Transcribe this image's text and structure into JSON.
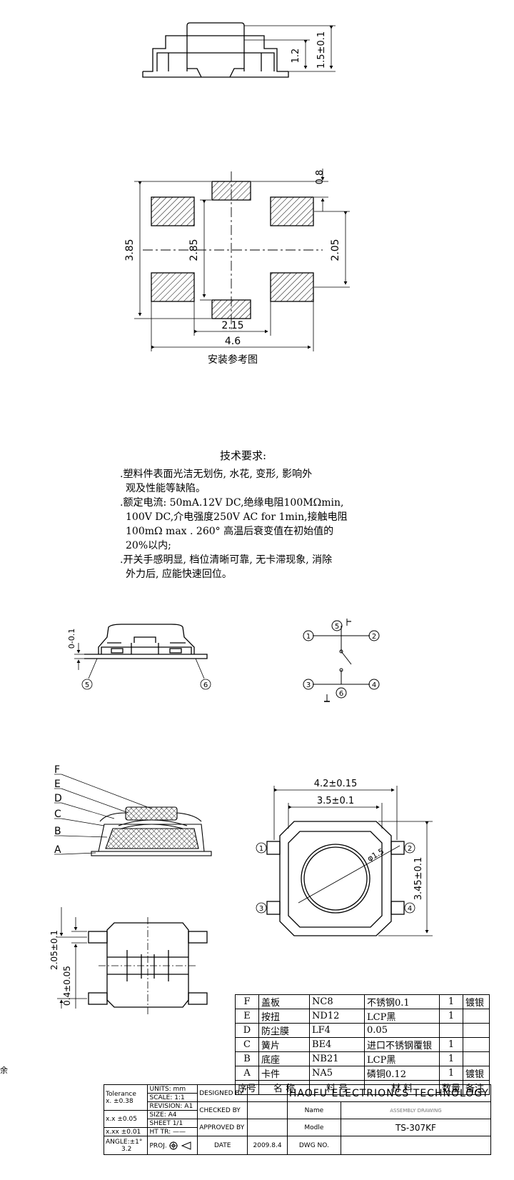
{
  "side_view_top": {
    "dim_height_1": "1.2",
    "dim_height_2": "1.5±0.1"
  },
  "footprint": {
    "dim_top_pad": "0.8",
    "dim_total_height": "3.85",
    "dim_inner_height": "2.85",
    "dim_pad_pitch": "2.05",
    "dim_inner_width": "2.15",
    "dim_total_width": "4.6",
    "caption": "安装参考图"
  },
  "tech_requirements": {
    "title": "技术要求:",
    "items": [
      ".塑料件表面光洁无划伤, 水花, 变形, 影响外",
      "观及性能等缺陷。",
      ".额定电流: 50mA.12V DC,绝缘电阻100MΩmin,",
      "100V DC,介电强度250V AC for 1min,接触电阻",
      "100mΩ max . 260° 高温后衰变值在初始值的",
      "20%以内;",
      ".开关手感明显, 档位清晰可靠, 无卡滞现象, 消除",
      "外力后, 应能快速回位。"
    ]
  },
  "side_view_mid": {
    "dim_travel": "0-0.1",
    "callout_left": "5",
    "callout_right": "6"
  },
  "schematic": {
    "pins": [
      "1",
      "2",
      "3",
      "4",
      "5",
      "6"
    ]
  },
  "exploded_view": {
    "labels": [
      "F",
      "E",
      "D",
      "C",
      "B",
      "A"
    ]
  },
  "top_view": {
    "dim_outer_width": "4.2±0.15",
    "dim_inner_width": "3.5±0.1",
    "dim_height": "3.45±0.1",
    "dim_phi": "φ1.5",
    "pins": [
      "1",
      "2",
      "3",
      "4"
    ]
  },
  "bottom_view": {
    "dim_1": "2.05±0.1",
    "dim_2": "0.4±0.05"
  },
  "bom": {
    "rows": [
      [
        "F",
        "盖板",
        "NC8",
        "不锈钢0.1",
        "1",
        "镀银"
      ],
      [
        "E",
        "按扭",
        "ND12",
        "LCP黑",
        "1",
        ""
      ],
      [
        "D",
        "防尘膜",
        "LF4",
        "0.05",
        "",
        ""
      ],
      [
        "C",
        "簧片",
        "BE4",
        "进口不锈钢覆银",
        "1",
        ""
      ],
      [
        "B",
        "底座",
        "NB21",
        "LCP黑",
        "1",
        ""
      ],
      [
        "A",
        "卡件",
        "NA5",
        "磷铜0.12",
        "1",
        "镀银"
      ]
    ],
    "header": [
      "序号",
      "名  称",
      "料  号",
      "材  料",
      "数量",
      "备注"
    ]
  },
  "title_block": {
    "tolerance_label": "Tolerance",
    "tol_x": "x.  ±0.38",
    "tol_xx": "x.x  ±0.05",
    "tol_xxx": "x.xx  ±0.01",
    "angle": "ANGLE:±1°",
    "surface": "3.2",
    "units": "UNITS:  mm",
    "scale": "SCALE:  1:1",
    "revision": "REVISION: A1",
    "size": "SIZE:     A4",
    "sheet": "SHEET   1/1",
    "ht_tr": "HT TR:  ——",
    "proj": "PROJ.",
    "designed_by": "DESIGNED BY",
    "checked_by": "CHECKED BY",
    "approved_by": "APPROVED BY",
    "date_label": "DATE",
    "date_value": "2009.8.4",
    "dwg_no": "DWG NO.",
    "company": "HAOFU ELECTRIONCS TECHNOLOGY",
    "name_label": "Name",
    "name_value": "ASSEMBLY DRAWING",
    "model_label": "Modle",
    "model_value": "TS-307KF"
  },
  "margin_char": "余"
}
